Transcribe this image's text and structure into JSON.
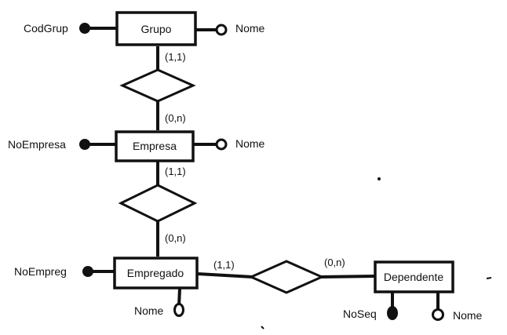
{
  "entities": {
    "grupo": "Grupo",
    "empresa": "Empresa",
    "empregado": "Empregado",
    "dependente": "Dependente"
  },
  "attributes": {
    "grupo_key": "CodGrup",
    "grupo_attr": "Nome",
    "empresa_key": "NoEmpresa",
    "empresa_attr": "Nome",
    "empregado_key": "NoEmpreg",
    "empregado_attr": "Nome",
    "dependente_key": "NoSeq",
    "dependente_attr": "Nome"
  },
  "cardinalities": {
    "grupo_rel1": "(1,1)",
    "empresa_rel1": "(0,n)",
    "empresa_rel2": "(1,1)",
    "empregado_rel2": "(0,n)",
    "empregado_rel3": "(1,1)",
    "dependente_rel3": "(0,n)"
  }
}
